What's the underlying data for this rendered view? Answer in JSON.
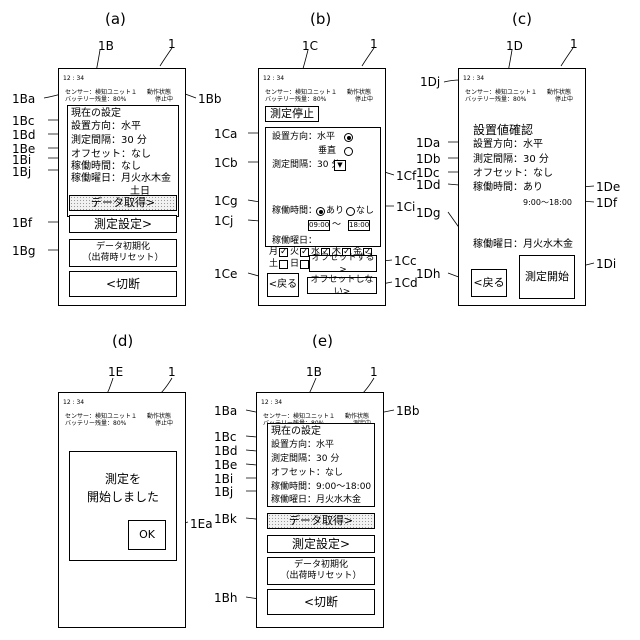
{
  "panels": {
    "a": {
      "label": "(a)",
      "ref_screen": "1B",
      "ref_device": "1",
      "status": {
        "time": "12 : 34",
        "sensor": "センサー：検知ユニット１",
        "battery": "バッテリー残量：80%",
        "state_label": "動作状態",
        "state_value": "停止中"
      },
      "refs": {
        "status_left": "1Ba",
        "status_right": "1Bb",
        "bc": "1Bc",
        "bd": "1Bd",
        "be": "1Be",
        "bi": "1Bi",
        "bj": "1Bj",
        "bf": "1Bf",
        "bg": "1Bg"
      },
      "settings": {
        "title": "現在の設定",
        "direction": "設置方向：水平",
        "interval": "測定間隔：30 分",
        "offset": "オフセット：なし",
        "hours": "稼働時間：なし",
        "days_1": "稼働曜日：月火水木金",
        "days_2": "土日"
      },
      "buttons": {
        "data": "データ取得>",
        "measure": "測定設定>",
        "init_1": "データ初期化",
        "init_2": "（出荷時リセット）",
        "disconnect": "<切断"
      }
    },
    "b": {
      "label": "(b)",
      "ref_screen": "1C",
      "ref_device": "1",
      "status": {
        "time": "12 : 34",
        "sensor": "センサー：検知ユニット１",
        "battery": "バッテリー残量：80%",
        "state_label": "動作状態",
        "state_value": "停止中"
      },
      "stop_button": "測定停止",
      "refs": {
        "ca": "1Ca",
        "cb": "1Cb",
        "cf": "1Cf",
        "cg": "1Cg",
        "ci": "1Ci",
        "cj": "1Cj",
        "cc": "1Cc",
        "ce": "1Ce",
        "cd": "1Cd"
      },
      "direction_label": "設置方向：水平",
      "vertical_label": "垂直",
      "interval_label": "測定間隔：30 分",
      "dropdown_arrow": "▼",
      "hours_label": "稼働時間：",
      "hours_on": "あり",
      "hours_off": "なし",
      "time_from": "09:00",
      "time_sep": "〜",
      "time_to": "18:00",
      "days_label": "稼働曜日：",
      "days": [
        {
          "d": "月",
          "on": true
        },
        {
          "d": "火",
          "on": true
        },
        {
          "d": "水",
          "on": true
        },
        {
          "d": "木",
          "on": true
        },
        {
          "d": "金",
          "on": true
        },
        {
          "d": "土",
          "on": false
        },
        {
          "d": "日",
          "on": false
        }
      ],
      "offset_on": "オフセットする>",
      "offset_off": "オフセットしない>",
      "back": "<戻る"
    },
    "c": {
      "label": "(c)",
      "ref_screen": "1D",
      "ref_device": "1",
      "status": {
        "time": "12 : 34",
        "sensor": "センサー：検知ユニット１",
        "battery": "バッテリー残量：80%",
        "state_label": "動作状態",
        "state_value": "停止中"
      },
      "refs": {
        "dj": "1Dj",
        "da": "1Da",
        "db": "1Db",
        "dc": "1Dc",
        "dd": "1Dd",
        "de": "1De",
        "df": "1Df",
        "dg": "1Dg",
        "dh": "1Dh",
        "di": "1Di"
      },
      "title": "設置値確認",
      "direction": "設置方向：水平",
      "interval": "測定間隔：30 分",
      "offset": "オフセット：なし",
      "hours": "稼働時間：あり",
      "hours_range": "9:00〜18:00",
      "days": "稼働曜日：月火水木金",
      "back": "<戻る",
      "start": "測定開始"
    },
    "d": {
      "label": "(d)",
      "ref_screen": "1E",
      "ref_device": "1",
      "status": {
        "time": "12 : 34",
        "sensor": "センサー：検知ユニット１",
        "battery": "バッテリー残量：80%",
        "state_label": "動作状態",
        "state_value": "停止中"
      },
      "refs": {
        "ea": "1Ea"
      },
      "message_1": "測定を",
      "message_2": "開始しました",
      "ok": "OK"
    },
    "e": {
      "label": "(e)",
      "ref_screen": "1B",
      "ref_device": "1",
      "status": {
        "time": "12 : 34",
        "sensor": "センサー：検知ユニット１",
        "battery": "バッテリー残量：80%",
        "state_label": "動作状態",
        "state_value": "測定中"
      },
      "refs": {
        "ba": "1Ba",
        "bb": "1Bb",
        "bc": "1Bc",
        "bd": "1Bd",
        "be": "1Be",
        "bi": "1Bi",
        "bj": "1Bj",
        "bk": "1Bk",
        "bh": "1Bh"
      },
      "settings": {
        "title": "現在の設定",
        "direction": "設置方向：水平",
        "interval": "測定間隔：30 分",
        "offset": "オフセット：なし",
        "hours": "稼働時間：9:00〜18:00",
        "days": "稼働曜日：月火水木金"
      },
      "buttons": {
        "data": "データ取得>",
        "measure": "測定設定>",
        "init_1": "データ初期化",
        "init_2": "（出荷時リセット）",
        "disconnect": "<切断"
      }
    }
  }
}
